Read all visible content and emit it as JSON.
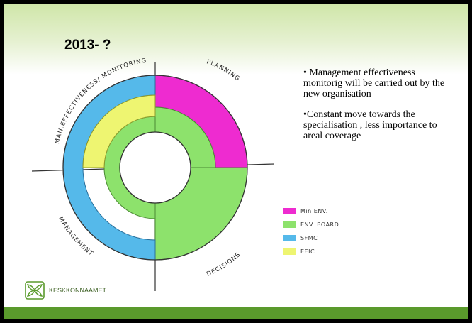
{
  "slide": {
    "title": "2013- ?",
    "notes": [
      "• Management effectiveness monitorig will be carried out by the new organisation",
      "•Constant move towards the specialisation , less importance to areal coverage"
    ],
    "logo_text": "KESKKONNAAMET"
  },
  "diagram": {
    "quadrant_labels": {
      "top_left": "MAN.EFFECTIVENESS/ MONITORING",
      "top_right": "PLANNING",
      "bottom_left": "MANAGEMENT",
      "bottom_right": "DECISIONS"
    }
  },
  "legend": [
    {
      "label": "Min ENV.",
      "color": "#ee2bd0"
    },
    {
      "label": "ENV. BOARD",
      "color": "#8de26c"
    },
    {
      "label": "SFMC",
      "color": "#55b9ea"
    },
    {
      "label": "EEIC",
      "color": "#eef571"
    }
  ]
}
